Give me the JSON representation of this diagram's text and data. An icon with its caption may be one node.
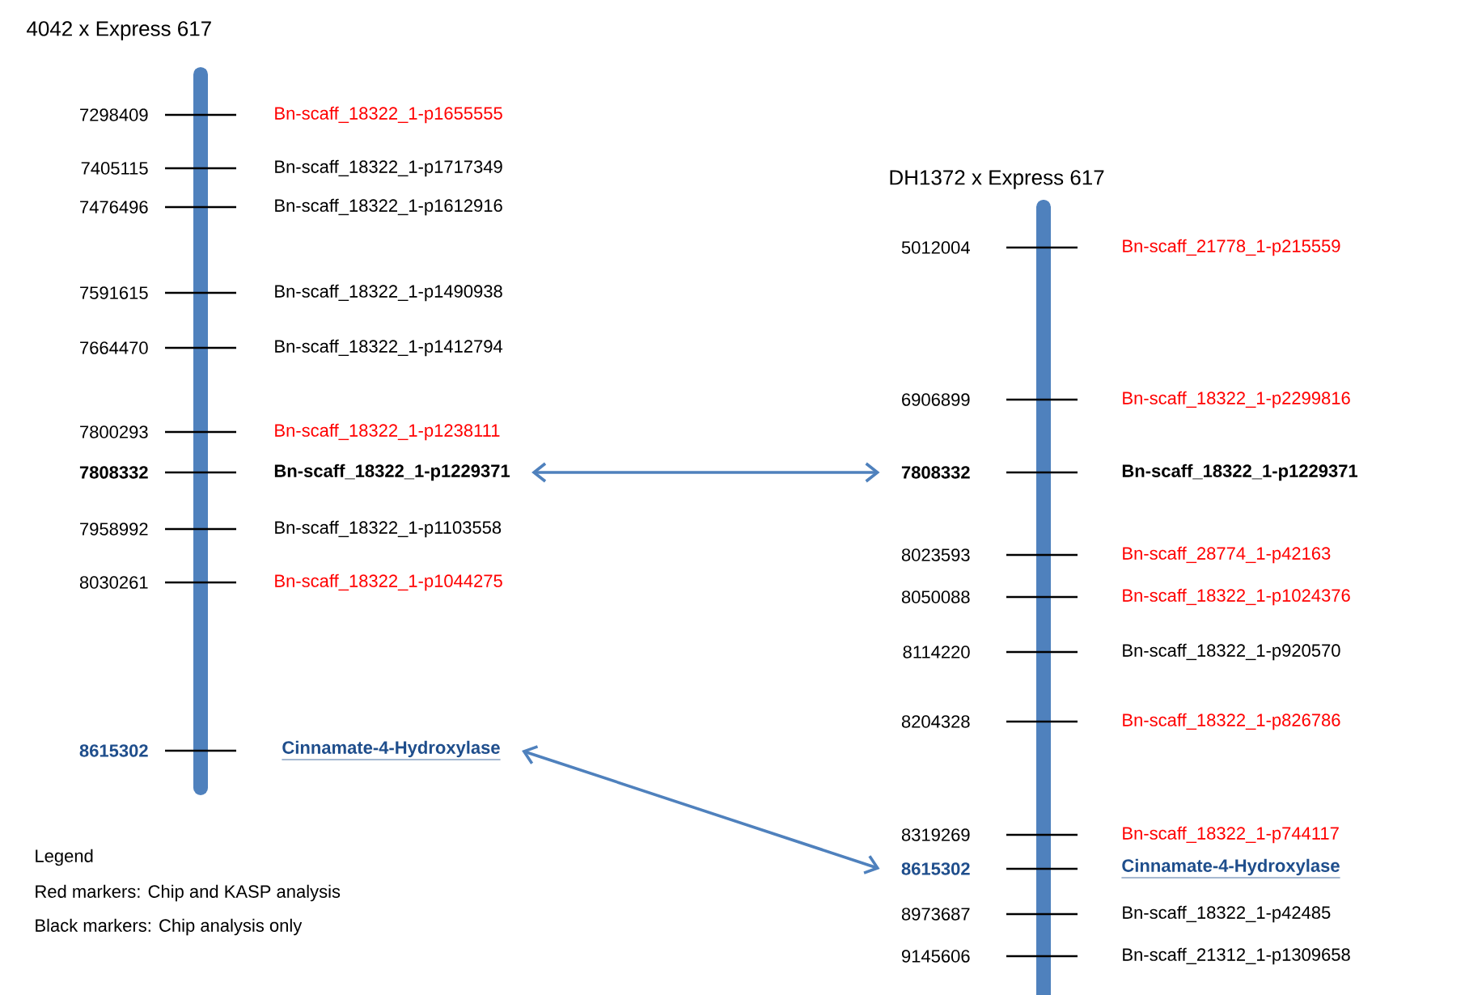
{
  "diagram": {
    "nodes": [
      {
        "text": [
          "Bn-scaff_18322_1-p1229371"
        ]
      },
      {
        "text": [
          "7808332"
        ]
      },
      {
        "text": [
          "Cinnamate-4-Hydroxylase"
        ]
      },
      {
        "text": [
          "8615302"
        ]
      }
    ],
    "edges": [
      {
        "from": 0,
        "to": 1,
        "arrow": "both"
      },
      {
        "from": 2,
        "to": 3,
        "arrow": "both"
      }
    ],
    "labels": [
      "4042 x Express 617",
      "7298409",
      "Bn-scaff_18322_1-p1655555",
      "7405115",
      "Bn-scaff_18322_1-p1717349",
      "7476496",
      "Bn-scaff_18322_1-p1612916",
      "7591615",
      "Bn-scaff_18322_1-p1490938",
      "7664470",
      "Bn-scaff_18322_1-p1412794",
      "7800293",
      "Bn-scaff_18322_1-p1238111",
      "7808332",
      "7958992",
      "Bn-scaff_18322_1-p1103558",
      "8030261",
      "Bn-scaff_18322_1-p1044275",
      "8615302",
      "DH1372 x Express 617",
      "5012004",
      "Bn-scaff_21778_1-p215559",
      "6906899",
      "Bn-scaff_18322_1-p2299816",
      "Bn-scaff_18322_1-p1229371",
      "8023593",
      "Bn-scaff_28774_1-p42163",
      "8050088",
      "Bn-scaff_18322_1-p1024376",
      "8114220",
      "Bn-scaff_18322_1-p920570",
      "8204328",
      "Bn-scaff_18322_1-p826786",
      "8319269",
      "Bn-scaff_18322_1-p744117",
      "Cinnamate-4-Hydroxylase",
      "8973687",
      "Bn-scaff_18322_1-p42485",
      "9145606",
      "Bn-scaff_21312_1-p1309658",
      "Legend",
      "Red markers: Chip and KASP analysis",
      "Black markers: Chip analysis only"
    ]
  }
}
